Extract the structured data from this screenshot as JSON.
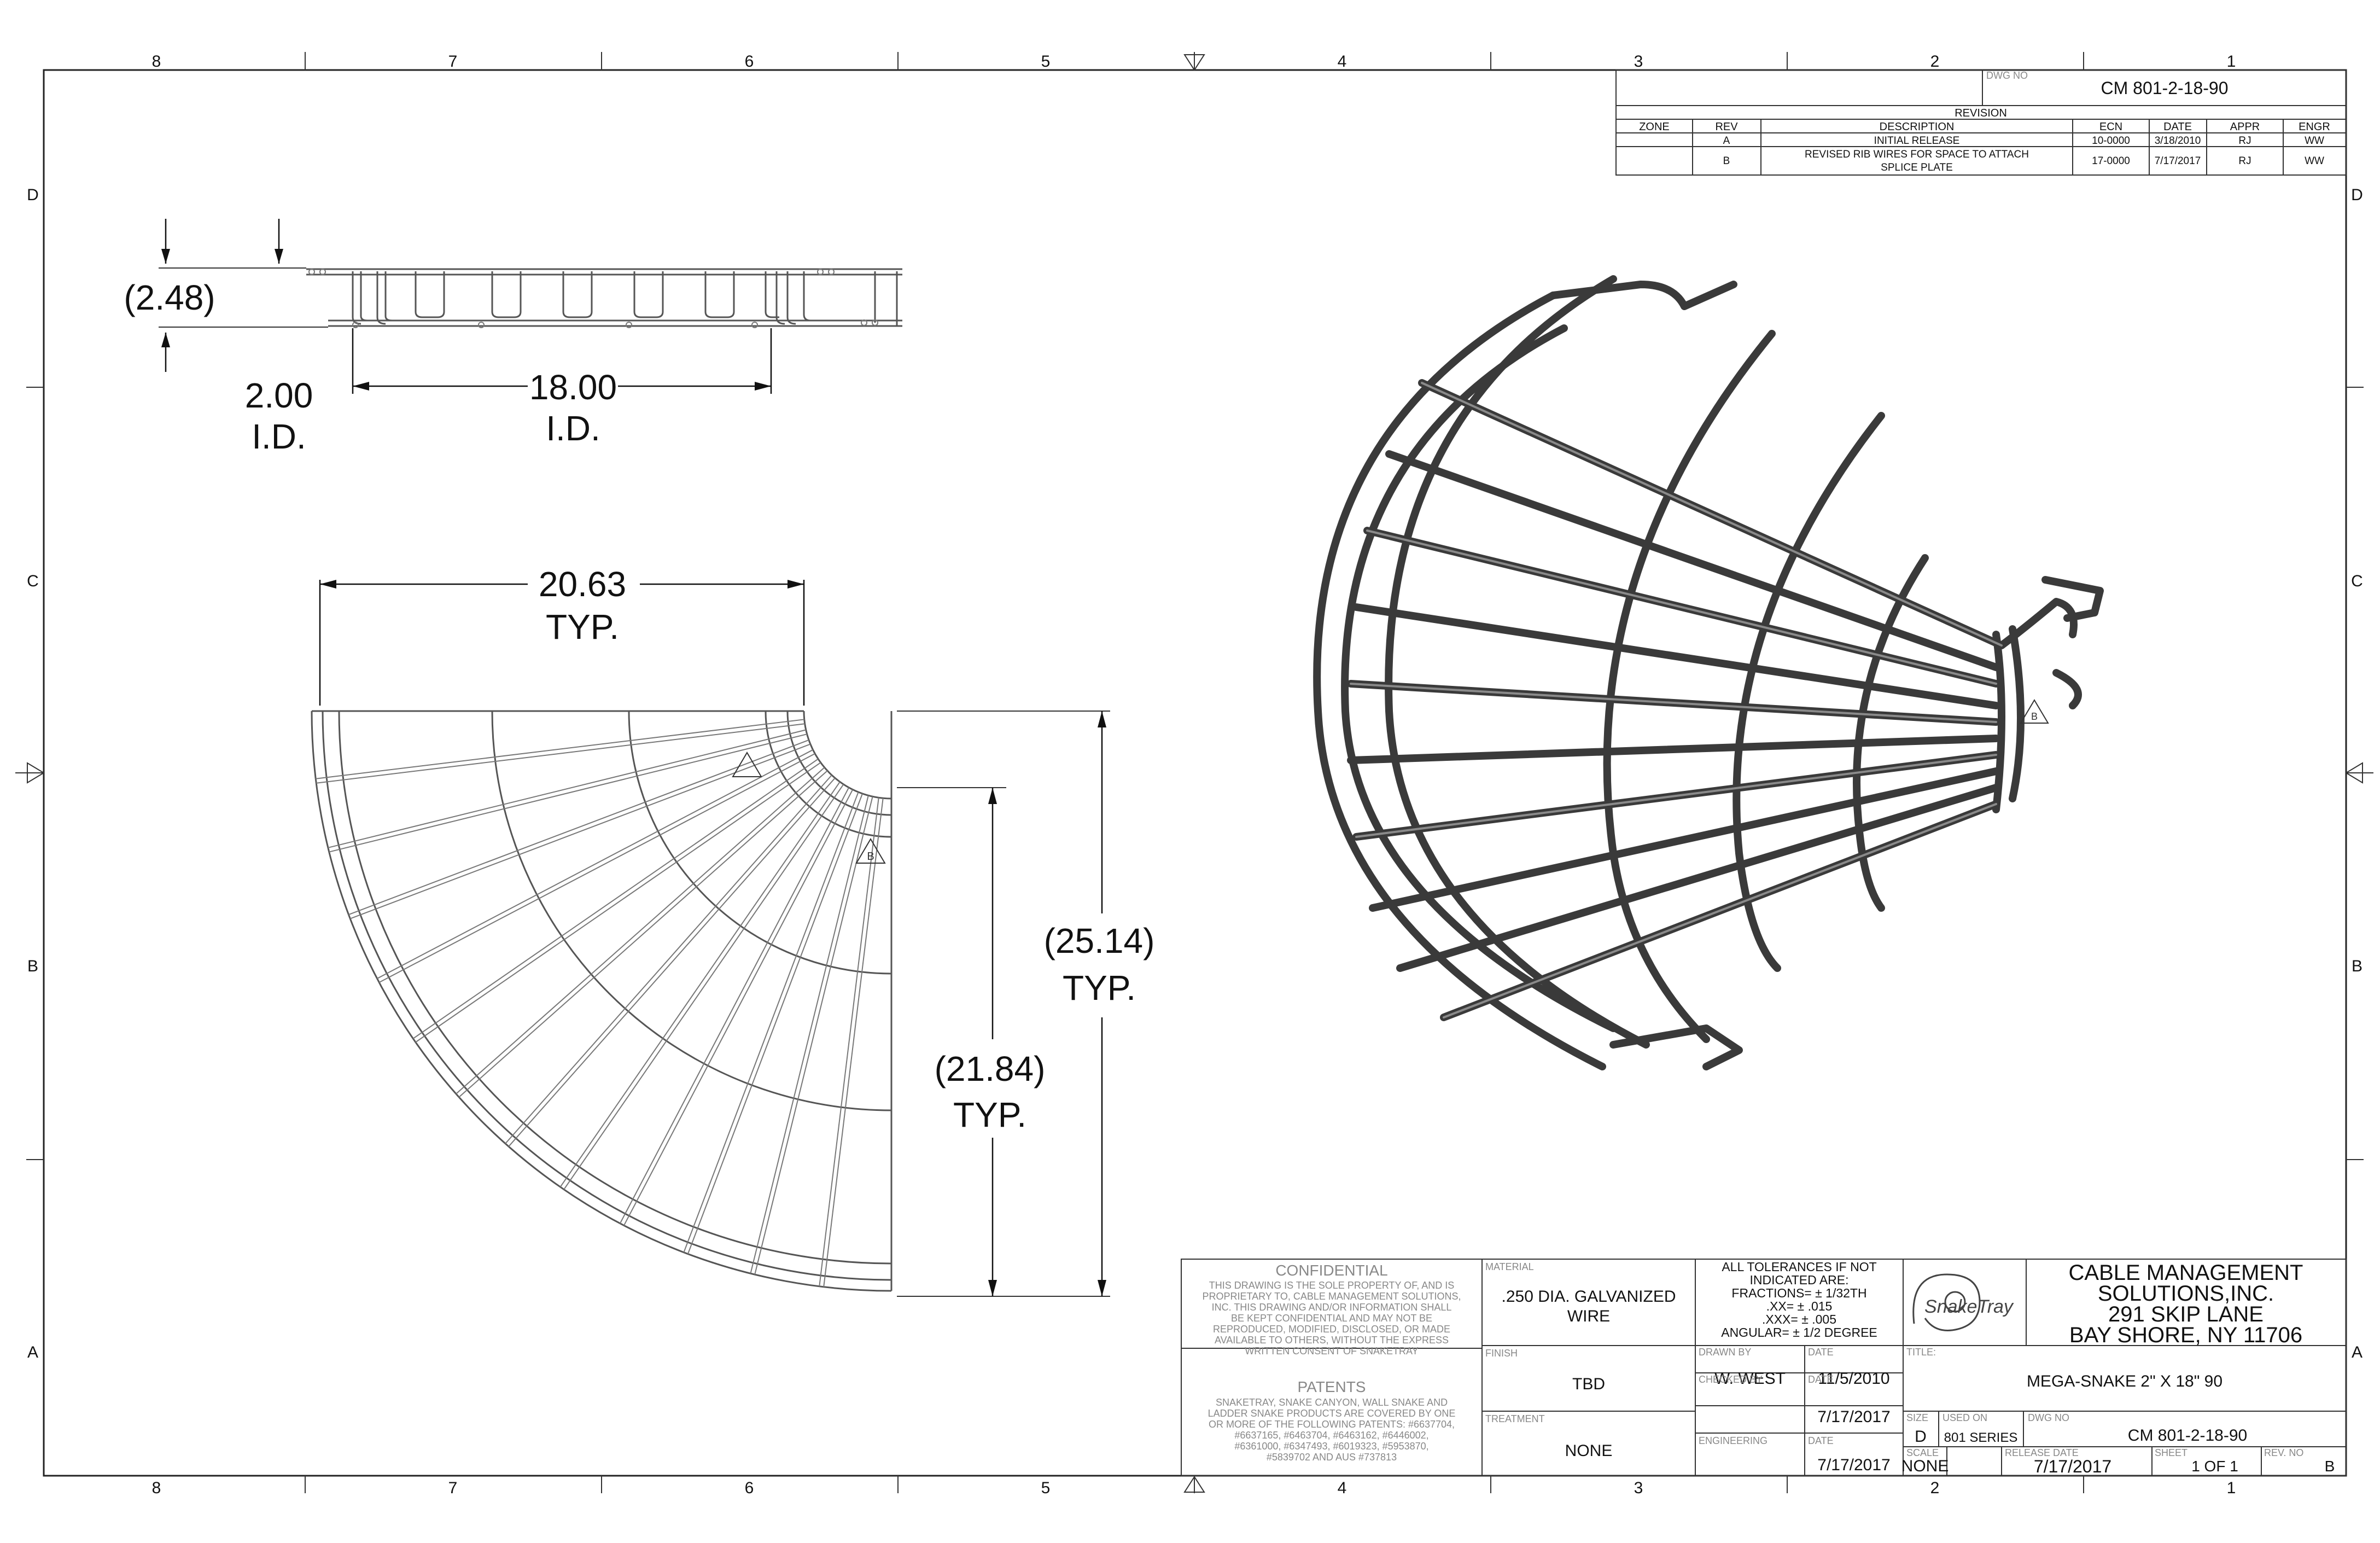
{
  "border": {
    "columns": [
      "8",
      "7",
      "6",
      "5",
      "4",
      "3",
      "2",
      "1"
    ],
    "rows": [
      "D",
      "C",
      "B",
      "A"
    ]
  },
  "top_view": {
    "height_paren": "(2.48)",
    "inner_height": "2.00",
    "inner_height_note": "I.D.",
    "inner_width": "18.00",
    "inner_width_note": "I.D."
  },
  "plan_view": {
    "width": "20.63",
    "width_note": "TYP.",
    "height_outer": "(25.14)",
    "height_outer_note": "TYP.",
    "height_inner": "(21.84)",
    "height_inner_note": "TYP.",
    "rev_marker": "B"
  },
  "iso_view": {
    "rev_marker": "B"
  },
  "header": {
    "dwg_no_label": "DWG NO",
    "dwg_no": "CM 801-2-18-90",
    "revision_title": "REVISION",
    "columns": [
      "ZONE",
      "REV",
      "DESCRIPTION",
      "ECN",
      "DATE",
      "APPR",
      "ENGR"
    ],
    "rows": [
      {
        "zone": "",
        "rev": "A",
        "description": "INITIAL RELEASE",
        "ecn": "10-0000",
        "date": "3/18/2010",
        "appr": "RJ",
        "engr": "WW"
      },
      {
        "zone": "",
        "rev": "B",
        "description_line1": "REVISED RIB WIRES FOR SPACE TO ATTACH",
        "description_line2": "SPLICE PLATE",
        "ecn": "17-0000",
        "date": "7/17/2017",
        "appr": "RJ",
        "engr": "WW"
      }
    ]
  },
  "title_block": {
    "confidential_title": "CONFIDENTIAL",
    "confidential_text": [
      "THIS DRAWING IS THE SOLE PROPERTY OF, AND IS",
      "PROPRIETARY TO, CABLE MANAGEMENT SOLUTIONS,",
      "INC. THIS DRAWING AND/OR INFORMATION SHALL",
      "BE KEPT CONFIDENTIAL AND MAY NOT BE",
      "REPRODUCED, MODIFIED, DISCLOSED, OR MADE",
      "AVAILABLE TO OTHERS, WITHOUT THE EXPRESS",
      "WRITTEN CONSENT OF SNAKETRAY"
    ],
    "patents_title": "PATENTS",
    "patents_text": [
      "SNAKETRAY, SNAKE CANYON, WALL SNAKE AND",
      "LADDER SNAKE PRODUCTS ARE COVERED BY ONE",
      "OR MORE OF THE FOLLOWING PATENTS: #6637704,",
      "#6637165, #6463704, #6463162, #6446002,",
      "#6361000, #6347493, #6019323, #5953870,",
      "#5839702 AND AUS #737813"
    ],
    "material_label": "MATERIAL",
    "material_line1": ".250 DIA. GALVANIZED",
    "material_line2": "WIRE",
    "finish_label": "FINISH",
    "finish": "TBD",
    "treatment_label": "TREATMENT",
    "treatment": "NONE",
    "tolerances": [
      "ALL TOLERANCES IF NOT",
      "INDICATED ARE:",
      "FRACTIONS= ± 1/32TH",
      ".XX= ± .015",
      ".XXX= ± .005",
      "ANGULAR= ± 1/2 DEGREE"
    ],
    "drawn_by_label": "DRAWN BY",
    "drawn_by": "W. WEST",
    "drawn_date_label": "DATE",
    "drawn_date": "11/5/2010",
    "checked_by_label": "CHECKED BY",
    "checked_by": "",
    "checked_date_label": "DATE",
    "checked_date": "7/17/2017",
    "engineering_label": "ENGINEERING",
    "engineering": "",
    "engineering_date_label": "DATE",
    "engineering_date": "7/17/2017",
    "logo_text": "SnakeTray",
    "company": [
      "CABLE MANAGEMENT",
      "SOLUTIONS,INC.",
      "291 SKIP LANE",
      "BAY SHORE, NY 11706"
    ],
    "title_label": "TITLE:",
    "title": "MEGA-SNAKE 2\" X 18\" 90",
    "size_label": "SIZE",
    "size": "D",
    "used_on_label": "USED ON",
    "used_on": "801 SERIES",
    "dwg_no_label": "DWG NO",
    "dwg_no": "CM 801-2-18-90",
    "scale_label": "SCALE",
    "scale": "NONE",
    "release_date_label": "RELEASE DATE",
    "release_date": "7/17/2017",
    "sheet_label": "SHEET",
    "sheet": "1 OF 1",
    "rev_no_label": "REV. NO",
    "rev_no": "B"
  }
}
